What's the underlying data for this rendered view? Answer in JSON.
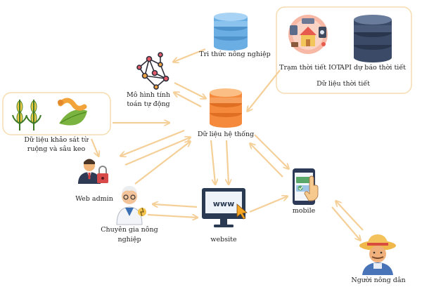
{
  "nodes": {
    "knowledge": "Tri thức nông nghiệp",
    "model_line1": "Mô hình tính",
    "model_line2": "toán tự động",
    "database": "Dữ liệu hệ thống",
    "iot_station": "Trạm thời tiết IOT",
    "weather_api": "API dự báo thời tiết",
    "weather_data": "Dữ liệu thời tiết",
    "field_survey_line1": "Dữ liệu khảo sát từ",
    "field_survey_line2": "ruộng và sâu keo",
    "web_admin": "Web admin",
    "expert_line1": "Chuyên gia nông",
    "expert_line2": "nghiệp",
    "website": "website",
    "mobile": "mobile",
    "farmer": "Người nông dân",
    "www_text": "www"
  },
  "icons": {
    "knowledge": "database-blue-icon",
    "model": "network-graph-icon",
    "database": "database-orange-icon",
    "iot": "iot-weather-station-icon",
    "api": "database-navy-icon",
    "survey": "corn-and-worm-icon",
    "admin": "admin-with-lock-icon",
    "expert": "agronomist-icon",
    "website": "website-monitor-icon",
    "mobile": "mobile-touch-icon",
    "farmer": "farmer-icon"
  },
  "colors": {
    "arrow": "#f7d7a6",
    "frame": "#f6dcb0",
    "db_orange": "#f58a3c",
    "db_blue": "#6aaee3",
    "db_navy": "#3b4a66",
    "monitor": "#2a3a52",
    "phone": "#2c3a57"
  }
}
